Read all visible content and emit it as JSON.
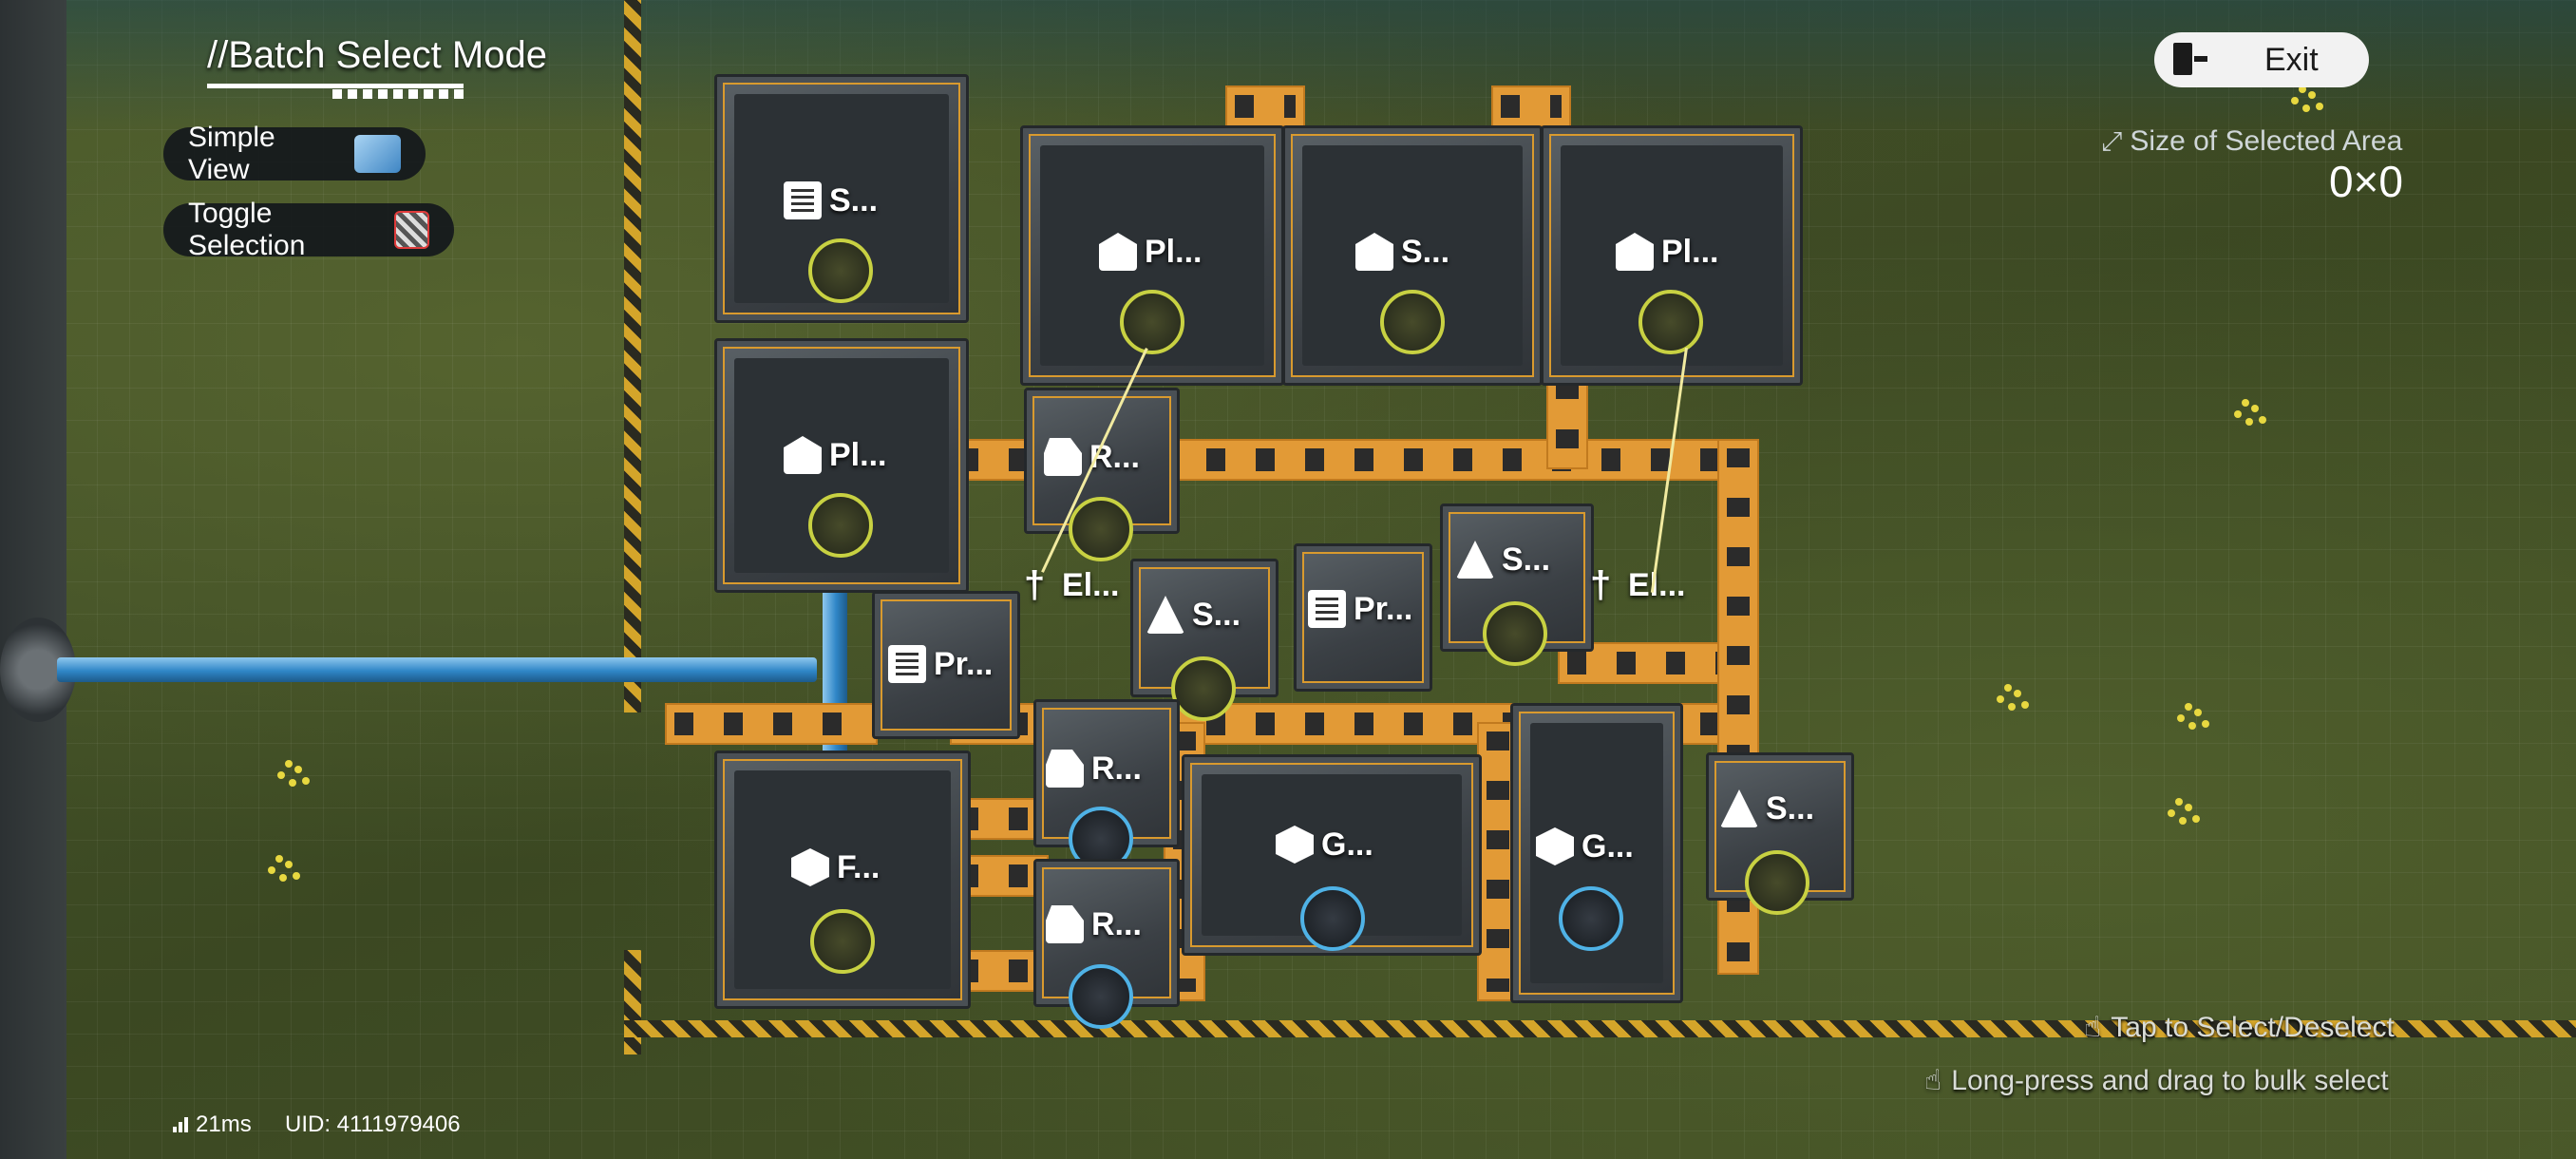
{
  "hud": {
    "mode_title": "//Batch Select Mode",
    "simple_view_label": "Simple View",
    "toggle_selection_label": "Toggle Selection",
    "exit_label": "Exit",
    "size_label": "Size of Selected Area",
    "size_value": "0×0",
    "hint_tap": "Tap to Select/Deselect",
    "hint_long_press": "Long-press and drag to bulk select",
    "ping": "21ms",
    "uid": "UID: 4111979406"
  },
  "buildings": [
    {
      "label": "S...",
      "icon": "storage-icon"
    },
    {
      "label": "Pl...",
      "icon": "planting-icon"
    },
    {
      "label": "S...",
      "icon": "seed-icon"
    },
    {
      "label": "Pl...",
      "icon": "planting-icon"
    },
    {
      "label": "Pl...",
      "icon": "planting-icon"
    },
    {
      "label": "R...",
      "icon": "refining-icon"
    },
    {
      "label": "El...",
      "icon": "electric-pylon-icon"
    },
    {
      "label": "S...",
      "icon": "shredding-icon"
    },
    {
      "label": "Pr...",
      "icon": "protocol-icon"
    },
    {
      "label": "S...",
      "icon": "shredding-icon"
    },
    {
      "label": "El...",
      "icon": "electric-pylon-icon"
    },
    {
      "label": "Pr...",
      "icon": "protocol-icon"
    },
    {
      "label": "R...",
      "icon": "refining-icon"
    },
    {
      "label": "F...",
      "icon": "filling-icon"
    },
    {
      "label": "G...",
      "icon": "grinding-icon"
    },
    {
      "label": "G...",
      "icon": "grinding-icon"
    },
    {
      "label": "S...",
      "icon": "shredding-icon"
    },
    {
      "label": "R...",
      "icon": "refining-icon"
    }
  ],
  "colors": {
    "belt": "#e29a36",
    "badge_ring_green": "#c8d142",
    "badge_ring_blue": "#4fb2e6",
    "pipe": "#2f86c7"
  }
}
